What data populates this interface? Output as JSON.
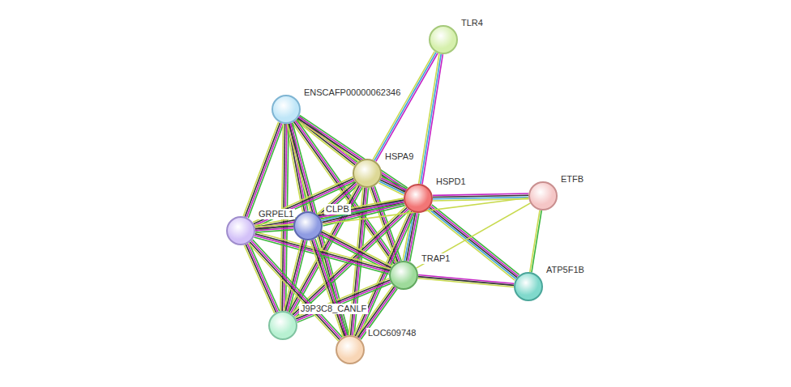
{
  "diagram": {
    "nodes": [
      {
        "text": [
          "TLR4"
        ]
      },
      {
        "text": [
          "ENSCAFP00000062346"
        ]
      },
      {
        "text": [
          "HSPA9"
        ]
      },
      {
        "text": [
          "HSPD1"
        ]
      },
      {
        "text": [
          "ETFB"
        ]
      },
      {
        "text": [
          "CLPB"
        ]
      },
      {
        "text": [
          "GRPEL1"
        ]
      },
      {
        "text": [
          "TRAP1"
        ]
      },
      {
        "text": [
          "ATP5F1B"
        ]
      },
      {
        "text": [
          "J9P3C8_CANLF"
        ]
      },
      {
        "text": [
          "LOC609748"
        ]
      }
    ],
    "edges": [
      {
        "from": 0,
        "to": 2,
        "arrow": "none"
      },
      {
        "from": 0,
        "to": 3,
        "arrow": "none"
      },
      {
        "from": 1,
        "to": 2,
        "arrow": "none"
      },
      {
        "from": 1,
        "to": 3,
        "arrow": "none"
      },
      {
        "from": 1,
        "to": 5,
        "arrow": "none"
      },
      {
        "from": 1,
        "to": 6,
        "arrow": "none"
      },
      {
        "from": 1,
        "to": 7,
        "arrow": "none"
      },
      {
        "from": 1,
        "to": 9,
        "arrow": "none"
      },
      {
        "from": 1,
        "to": 10,
        "arrow": "none"
      },
      {
        "from": 2,
        "to": 3,
        "arrow": "none"
      },
      {
        "from": 2,
        "to": 5,
        "arrow": "none"
      },
      {
        "from": 2,
        "to": 6,
        "arrow": "none"
      },
      {
        "from": 2,
        "to": 7,
        "arrow": "none"
      },
      {
        "from": 2,
        "to": 9,
        "arrow": "none"
      },
      {
        "from": 2,
        "to": 10,
        "arrow": "none"
      },
      {
        "from": 3,
        "to": 4,
        "arrow": "none"
      },
      {
        "from": 3,
        "to": 8,
        "arrow": "none"
      },
      {
        "from": 3,
        "to": 5,
        "arrow": "none"
      },
      {
        "from": 3,
        "to": 6,
        "arrow": "none"
      },
      {
        "from": 3,
        "to": 7,
        "arrow": "none"
      },
      {
        "from": 3,
        "to": 9,
        "arrow": "none"
      },
      {
        "from": 3,
        "to": 10,
        "arrow": "none"
      },
      {
        "from": 4,
        "to": 8,
        "arrow": "none"
      },
      {
        "from": 4,
        "to": 7,
        "arrow": "none"
      },
      {
        "from": 4,
        "to": 5,
        "arrow": "none"
      },
      {
        "from": 7,
        "to": 8,
        "arrow": "none"
      },
      {
        "from": 7,
        "to": 5,
        "arrow": "none"
      },
      {
        "from": 7,
        "to": 6,
        "arrow": "none"
      },
      {
        "from": 7,
        "to": 9,
        "arrow": "none"
      },
      {
        "from": 7,
        "to": 10,
        "arrow": "none"
      },
      {
        "from": 5,
        "to": 6,
        "arrow": "none"
      },
      {
        "from": 5,
        "to": 9,
        "arrow": "none"
      },
      {
        "from": 5,
        "to": 10,
        "arrow": "none"
      },
      {
        "from": 6,
        "to": 9,
        "arrow": "none"
      },
      {
        "from": 6,
        "to": 10,
        "arrow": "none"
      }
    ]
  }
}
